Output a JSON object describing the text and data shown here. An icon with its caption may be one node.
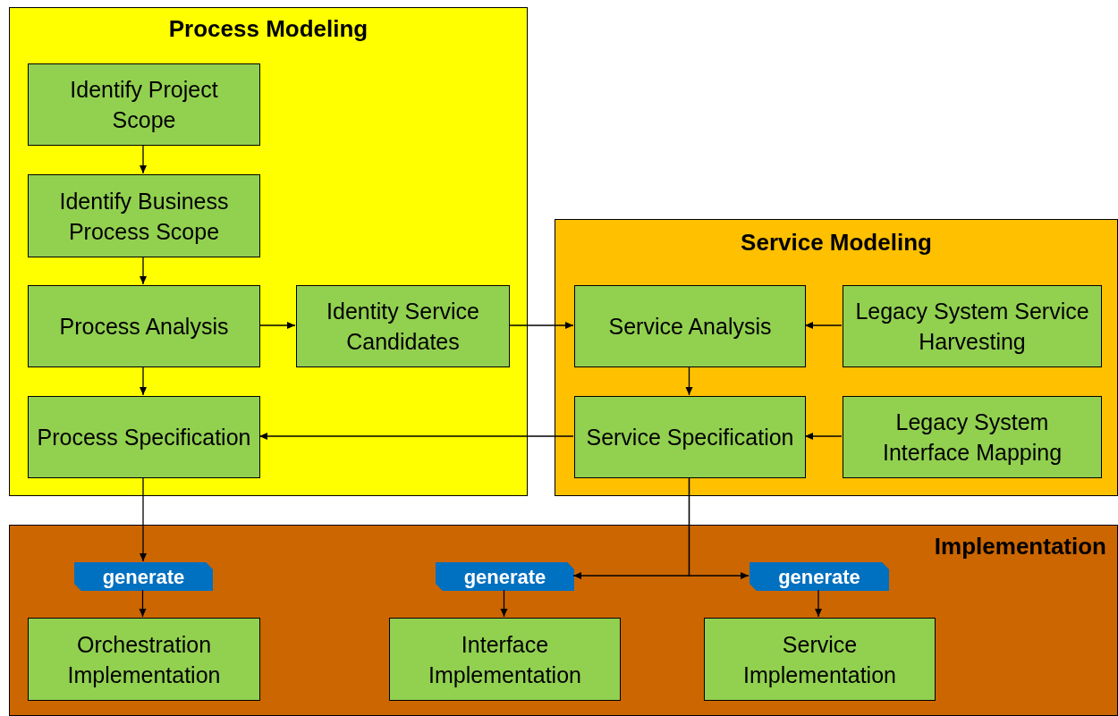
{
  "diagram": {
    "nodes": [
      {
        "text": [
          "Process Modeling"
        ]
      },
      {
        "text": [
          "Identify Project Scope"
        ],
        "in": 0
      },
      {
        "text": [
          "Identify Business Process Scope"
        ],
        "in": 0
      },
      {
        "text": [
          "Process Analysis"
        ],
        "in": 0
      },
      {
        "text": [
          "Identity Service Candidates"
        ],
        "in": 0
      },
      {
        "text": [
          "Process Specification"
        ],
        "in": 0
      },
      {
        "text": [
          "Service Modeling"
        ]
      },
      {
        "text": [
          "Service Analysis"
        ],
        "in": 6
      },
      {
        "text": [
          "Legacy System Service Harvesting"
        ],
        "in": 6
      },
      {
        "text": [
          "Service Specification"
        ],
        "in": 6
      },
      {
        "text": [
          "Legacy System Interface Mapping"
        ],
        "in": 6
      },
      {
        "text": [
          "Implementation"
        ]
      },
      {
        "text": [
          "generate"
        ],
        "in": 11
      },
      {
        "text": [
          "generate"
        ],
        "in": 11
      },
      {
        "text": [
          "generate"
        ],
        "in": 11
      },
      {
        "text": [
          "Orchestration Implementation"
        ],
        "in": 11
      },
      {
        "text": [
          "Interface Implementation"
        ],
        "in": 11
      },
      {
        "text": [
          "Service Implementation"
        ],
        "in": 11
      }
    ],
    "edges": [
      {
        "from": 1,
        "to": 2,
        "arrow": "to"
      },
      {
        "from": 2,
        "to": 3,
        "arrow": "to"
      },
      {
        "from": 3,
        "to": 4,
        "arrow": "to"
      },
      {
        "from": 3,
        "to": 5,
        "arrow": "to"
      },
      {
        "from": 4,
        "to": 7,
        "arrow": "to"
      },
      {
        "from": 8,
        "to": 7,
        "arrow": "to"
      },
      {
        "from": 7,
        "to": 9,
        "arrow": "to"
      },
      {
        "from": 10,
        "to": 9,
        "arrow": "to"
      },
      {
        "from": 9,
        "to": 5,
        "arrow": "to"
      },
      {
        "from": 5,
        "to": 12,
        "arrow": "to"
      },
      {
        "from": 12,
        "to": 15,
        "arrow": "to"
      },
      {
        "from": 9,
        "to": 13,
        "arrow": "to"
      },
      {
        "from": 9,
        "to": 14,
        "arrow": "to"
      },
      {
        "from": 13,
        "to": 16,
        "arrow": "to"
      },
      {
        "from": 14,
        "to": 17,
        "arrow": "to"
      }
    ]
  }
}
